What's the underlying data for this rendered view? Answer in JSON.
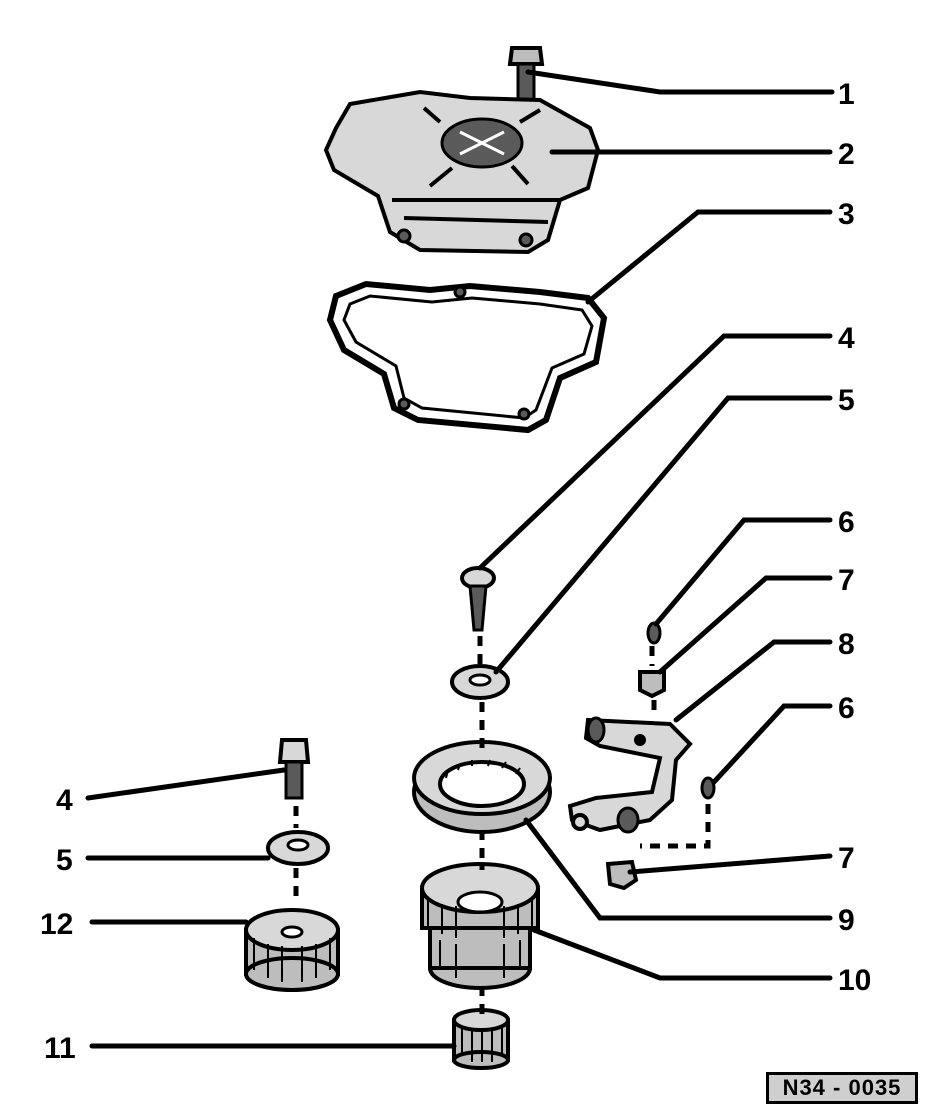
{
  "callouts": {
    "c1": "1",
    "c2": "2",
    "c3": "3",
    "c4a": "4",
    "c5a": "5",
    "c6a": "6",
    "c7a": "7",
    "c8": "8",
    "c6b": "6",
    "c7b": "7",
    "c9": "9",
    "c10": "10",
    "c4b": "4",
    "c5b": "5",
    "c12": "12",
    "c11": "11"
  },
  "reference": "N34 - 0035"
}
